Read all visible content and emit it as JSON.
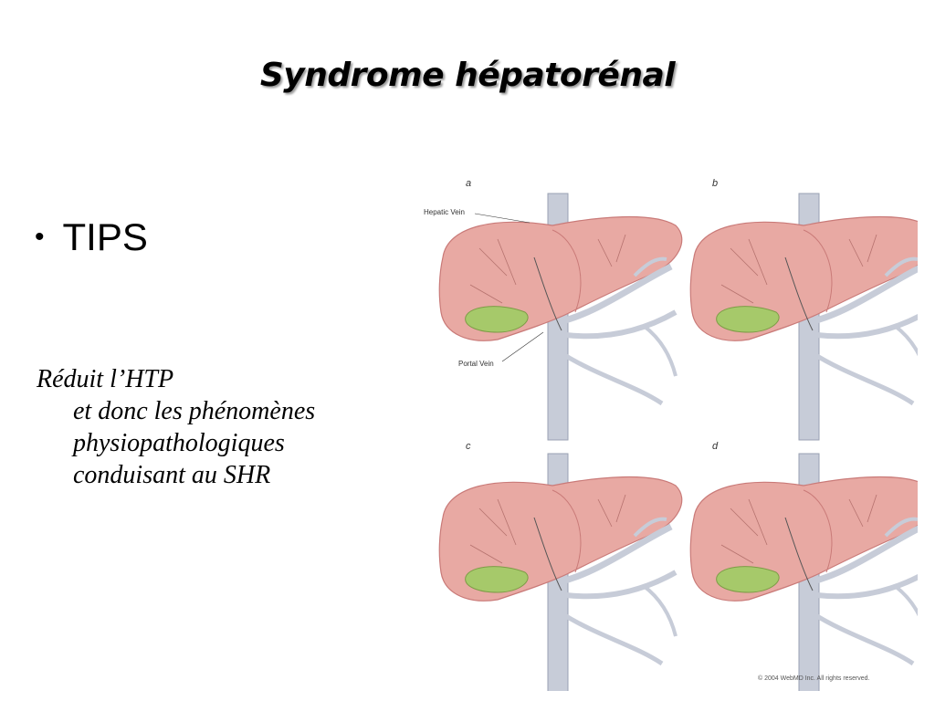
{
  "slide": {
    "title": "Syndrome hépatorénal",
    "bullet": {
      "symbol": "•",
      "text": "TIPS"
    },
    "paragraph": {
      "line1": "Réduit l’HTP",
      "line2": "et donc les phénomènes",
      "line3": "physiopathologiques",
      "line4": "conduisant au SHR"
    }
  },
  "figure": {
    "panels": [
      "a",
      "b",
      "c",
      "d"
    ],
    "labels": {
      "hepatic_vein": "Hepatic Vein",
      "portal_vein": "Portal Vein"
    },
    "copyright": "© 2004 WebMD Inc. All rights reserved."
  },
  "colors": {
    "liver": "#e8a9a3",
    "liver_dark": "#c97a78",
    "vein": "#c7ccd8",
    "gallbladder": "#a6c96a"
  }
}
